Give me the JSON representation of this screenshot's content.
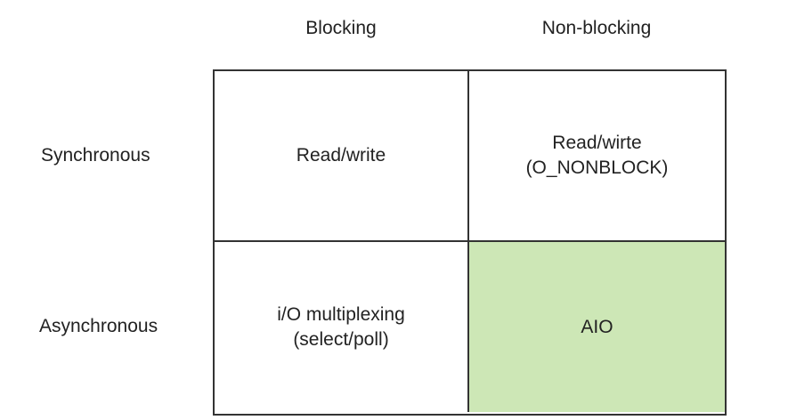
{
  "columns": {
    "blocking": "Blocking",
    "nonblocking": "Non-blocking"
  },
  "rows": {
    "synchronous": "Synchronous",
    "asynchronous": "Asynchronous"
  },
  "cells": {
    "sync_blocking": {
      "line1": "Read/write",
      "line2": ""
    },
    "sync_nonblocking": {
      "line1": "Read/wirte",
      "line2": "(O_NONBLOCK)"
    },
    "async_blocking": {
      "line1": "i/O multiplexing",
      "line2": "(select/poll)"
    },
    "async_nonblocking": {
      "line1": "AIO",
      "line2": ""
    }
  },
  "colors": {
    "highlight": "#cde7b6",
    "border": "#333333"
  }
}
